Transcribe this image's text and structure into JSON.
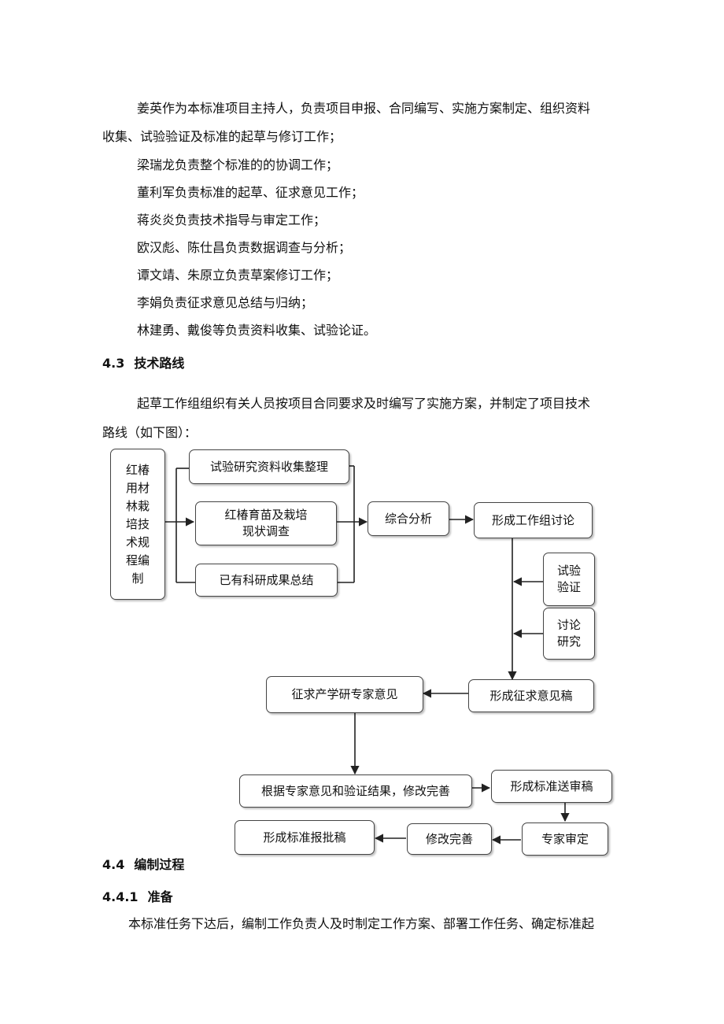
{
  "paragraphs": {
    "p1_line1": "姜英作为本标准项目主持人，负责项目申报、合同编写、实施方案制定、组织资料",
    "p1_line2": "收集、试验验证及标准的起草与修订工作；",
    "p2": "梁瑞龙负责整个标准的的协调工作；",
    "p3": "董利军负责标准的起草、征求意见工作；",
    "p4": "蒋炎炎负责技术指导与审定工作；",
    "p5": "欧汉彪、陈仕昌负责数据调查与分析；",
    "p6": "谭文靖、朱原立负责草案修订工作；",
    "p7": "李娟负责征求意见总结与归纳；",
    "p8": "林建勇、戴俊等负责资料收集、试验论证。",
    "p9_line1": "起草工作组组织有关人员按项目合同要求及时编写了实施方案，并制定了项目技术",
    "p9_line2": "路线（如下图）：",
    "p10": "本标准任务下达后，编制工作负责人及时制定工作方案、部署工作任务、确定标准起"
  },
  "headings": {
    "h43": {
      "num": "4.3",
      "text": "技术路线"
    },
    "h44": {
      "num": "4.4",
      "text": "编制过程"
    },
    "h441": {
      "num": "4.4.1",
      "text": "准备"
    }
  },
  "flowchart": {
    "title_lines": [
      "红椿",
      "用材",
      "林栽",
      "培技",
      "术规",
      "程编",
      "制"
    ],
    "collect": "试验研究资料收集整理",
    "survey_line1": "红椿育苗及栽培",
    "survey_line2": "现状调查",
    "summary": "已有科研成果总结",
    "analysis": "综合分析",
    "discussion": "形成工作组讨论",
    "test_line1": "试验",
    "test_line2": "验证",
    "research_line1": "讨论",
    "research_line2": "研究",
    "draft": "形成征求意见稿",
    "expert_opinion": "征求产学研专家意见",
    "revise_by": "根据专家意见和验证结果，修改完善",
    "submit": "形成标准送审稿",
    "review": "专家审定",
    "improve": "修改完善",
    "approval": "形成标准报批稿"
  }
}
